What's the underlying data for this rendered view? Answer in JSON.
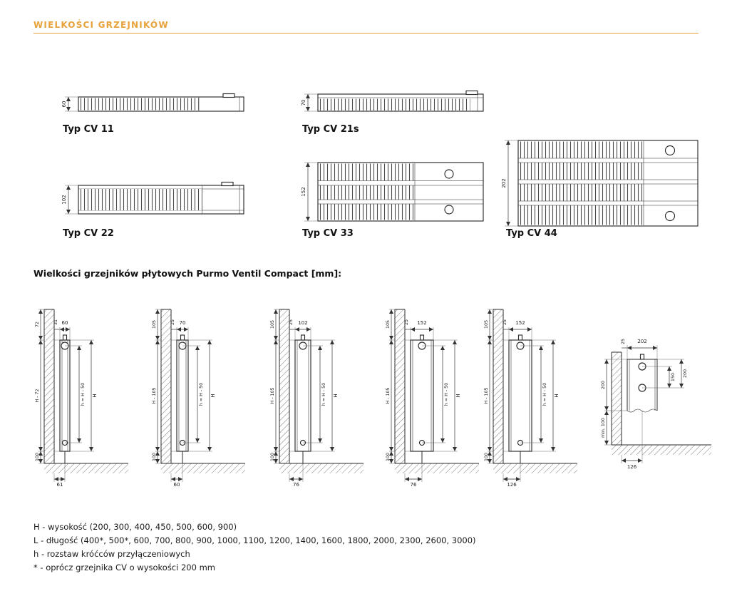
{
  "page": {
    "title": "WIELKOŚCI GRZEJNIKÓW",
    "accent_color": "#E8A23C"
  },
  "types": [
    {
      "name": "Typ CV 11",
      "depth": "60"
    },
    {
      "name": "Typ CV 21s",
      "depth": "70"
    },
    {
      "name": "Typ CV 22",
      "depth": "102"
    },
    {
      "name": "Typ CV 33",
      "depth": "152"
    },
    {
      "name": "Typ CV 44",
      "depth": "202"
    }
  ],
  "section_heading": "Wielkości grzejników płytowych Purmo Ventil Compact [mm]:",
  "side_views": [
    {
      "top_width": "60",
      "wall_gap": "31",
      "top_offset": "72",
      "mid_height": "H - 72",
      "pipe_spacing": "h = H - 50",
      "total_height": "H",
      "bottom_clearance": "100",
      "bottom_dim": "61"
    },
    {
      "top_width": "70",
      "wall_gap": "25",
      "top_offset": "105",
      "mid_height": "H - 105",
      "pipe_spacing": "h = H - 50",
      "total_height": "H",
      "bottom_clearance": "100",
      "bottom_dim": "60"
    },
    {
      "top_width": "102",
      "wall_gap": "25",
      "top_offset": "105",
      "mid_height": "H - 105",
      "pipe_spacing": "h = H - 50",
      "total_height": "H",
      "bottom_clearance": "100",
      "bottom_dim": "76"
    },
    {
      "top_width": "152",
      "wall_gap": "25",
      "top_offset": "105",
      "mid_height": "H - 105",
      "pipe_spacing": "h = H - 50",
      "total_height": "H",
      "bottom_clearance": "100",
      "bottom_dim": "76"
    },
    {
      "top_width": "152",
      "wall_gap": "25",
      "top_offset": "105",
      "mid_height": "H - 105",
      "pipe_spacing": "h = H - 50",
      "total_height": "H",
      "bottom_clearance": "100",
      "bottom_dim": "126"
    }
  ],
  "detail_view": {
    "top_width": "202",
    "wall_gap": "25",
    "left_height": "200",
    "left_min": "min. 100",
    "right_inner": "150",
    "right_outer": "200",
    "bottom_dim": "126"
  },
  "legend": {
    "line1": "H - wysokość (200, 300, 400, 450, 500, 600, 900)",
    "line2": "L - długość (400*, 500*, 600, 700, 800, 900, 1000, 1100, 1200, 1400, 1600, 1800, 2000, 2300, 2600, 3000)",
    "line3": "h - rozstaw króćców przyłączeniowych",
    "line4": "* - oprócz grzejnika CV o wysokości 200 mm"
  }
}
